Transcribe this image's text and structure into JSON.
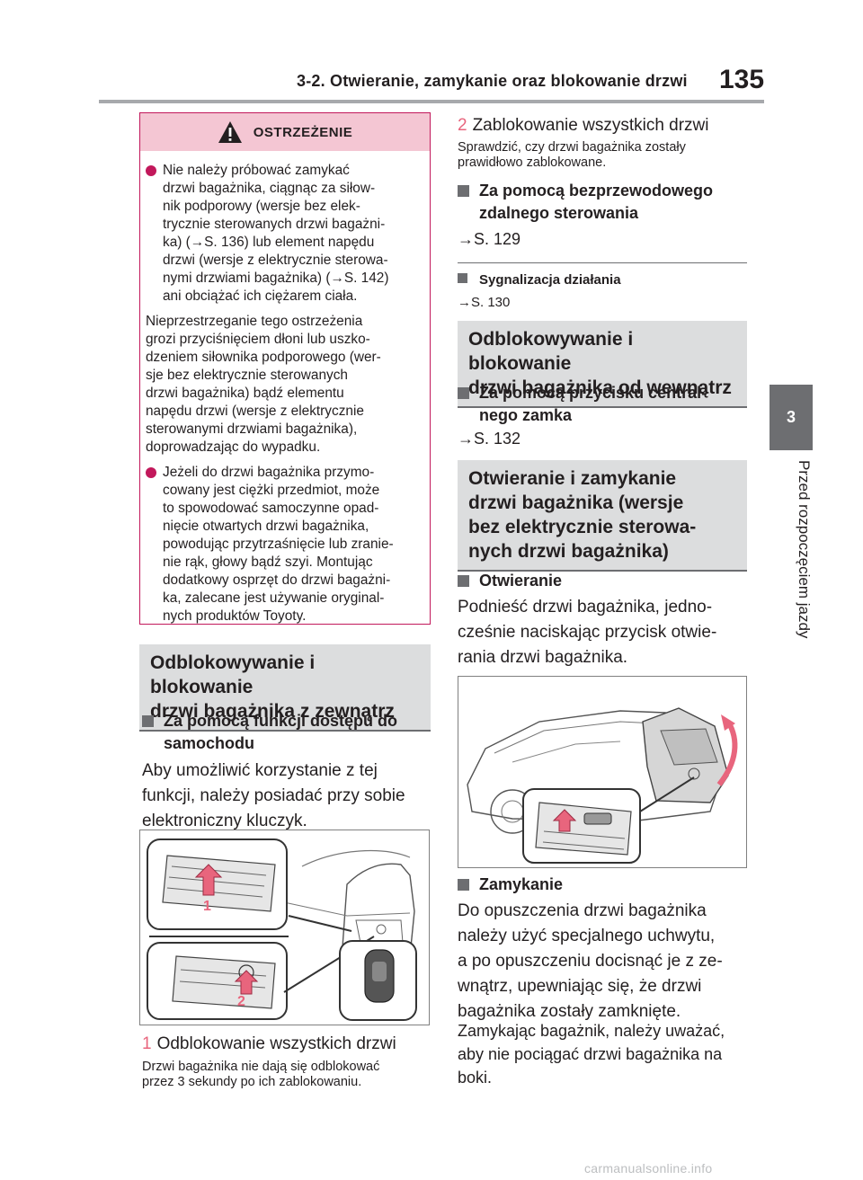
{
  "header": {
    "title": "3-2. Otwieranie, zamykanie oraz blokowanie drzwi",
    "page_number": "135"
  },
  "side_tab": {
    "chapter": "3",
    "label": "Przed rozpoczęciem jazdy"
  },
  "warning": {
    "title": "OSTRZEŻENIE",
    "bullet1": [
      "Nie należy próbować zamykać",
      "drzwi bagażnika, ciągnąc za siłow-",
      "nik podporowy (wersje bez elek-",
      "trycznie sterowanych drzwi bagażni-",
      "ka) (→S. 136) lub element napędu",
      "drzwi (wersje z elektrycznie sterowa-",
      "nymi drzwiami bagażnika) (→S. 142)",
      "ani obciążać ich ciężarem ciała."
    ],
    "paragraph": [
      "Nieprzestrzeganie tego ostrzeżenia",
      "grozi przyciśnięciem dłoni lub uszko-",
      "dzeniem siłownika podporowego (wer-",
      "sje bez elektrycznie sterowanych",
      "drzwi bagażnika) bądź elementu",
      "napędu drzwi (wersje z elektrycznie",
      "sterowanymi drzwiami bagażnika),",
      "doprowadzając do wypadku."
    ],
    "bullet2": [
      "Jeżeli do drzwi bagażnika przymo-",
      "cowany jest ciężki przedmiot, może",
      "to spowodować samoczynne opad-",
      "nięcie otwartych drzwi bagażnika,",
      "powodując przytrzaśnięcie lub zranie-",
      "nie rąk, głowy bądź szyi. Montując",
      "dodatkowy osprzęt do drzwi bagażni-",
      "ka, zalecane jest używanie oryginal-",
      "nych produktów Toyoty."
    ]
  },
  "left": {
    "section_title": [
      "Odblokowywanie i blokowanie",
      "drzwi bagażnika z zewnątrz"
    ],
    "subhead": [
      "Za pomocą funkcji dostępu do",
      "samochodu"
    ],
    "body": [
      "Aby umożliwić korzystanie z tej",
      "funkcji, należy posiadać przy sobie",
      "elektroniczny kluczyk."
    ],
    "figure_labels": [
      "1",
      "2"
    ],
    "item1_num": "1",
    "item1_text": "Odblokowanie wszystkich drzwi",
    "item1_note": [
      "Drzwi bagażnika nie dają się odblokować",
      "przez 3 sekundy po ich zablokowaniu."
    ]
  },
  "right": {
    "item2_num": "2",
    "item2_text": "Zablokowanie wszystkich drzwi",
    "item2_note": [
      "Sprawdzić, czy drzwi bagażnika zostały",
      "prawidłowo zablokowane."
    ],
    "sub_remote": [
      "Za pomocą bezprzewodowego",
      "zdalnego sterowania"
    ],
    "ref_remote": "→S. 129",
    "sub_signal": "Sygnalizacja działania",
    "ref_signal": "→S. 130",
    "section_inside": [
      "Odblokowywanie i blokowanie",
      "drzwi bagażnika od wewnątrz"
    ],
    "sub_central": [
      "Za pomocą przycisku central-",
      "nego zamka"
    ],
    "ref_central": "→S. 132",
    "section_open": [
      "Otwieranie i zamykanie",
      "drzwi bagażnika (wersje",
      "bez elektrycznie sterowa-",
      "nych drzwi bagażnika)"
    ],
    "sub_opening": "Otwieranie",
    "body_opening": [
      "Podnieść drzwi bagażnika, jedno-",
      "cześnie naciskając przycisk otwie-",
      "rania drzwi bagażnika."
    ],
    "sub_closing": "Zamykanie",
    "body_closing": [
      "Do opuszczenia drzwi bagażnika",
      "należy użyć specjalnego uchwytu,",
      "a po opuszczeniu docisnąć je z ze-",
      "wnątrz, upewniając się, że drzwi",
      "bagażnika zostały zamknięte."
    ],
    "body_closing2": [
      "Zamykając bagażnik, należy uważać,",
      "aby nie pociągać drzwi bagażnika na",
      "boki."
    ]
  },
  "footer": {
    "watermark": "carmanualsonline.info"
  },
  "colors": {
    "accent_pink": "#c2185b",
    "warning_header_bg": "#f4c6d3",
    "section_bg": "#dcddde",
    "number_pink": "#e8657d",
    "tab_gray": "#6d6e71"
  }
}
